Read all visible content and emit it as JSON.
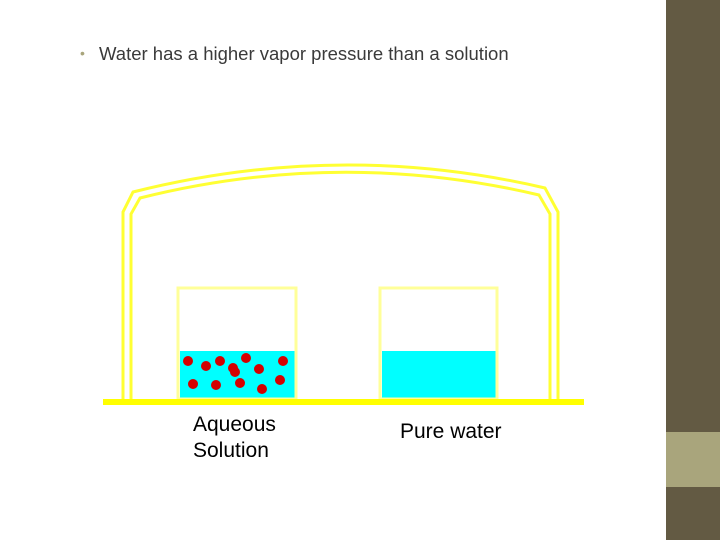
{
  "slide": {
    "bullet_text": "Water has a higher vapor pressure than a solution",
    "bullet_glyph": "•"
  },
  "diagram": {
    "left_beaker_label_line1": "Aqueous",
    "left_beaker_label_line2": "Solution",
    "right_beaker_label": "Pure water",
    "solute_particle_count": 13
  },
  "theme": {
    "sidebar_dark": "#635a43",
    "sidebar_light": "#a9a57c",
    "bell_jar": "#ffff33",
    "base_plate": "#ffff00",
    "water": "#00ffff",
    "solute": "#d40000"
  }
}
